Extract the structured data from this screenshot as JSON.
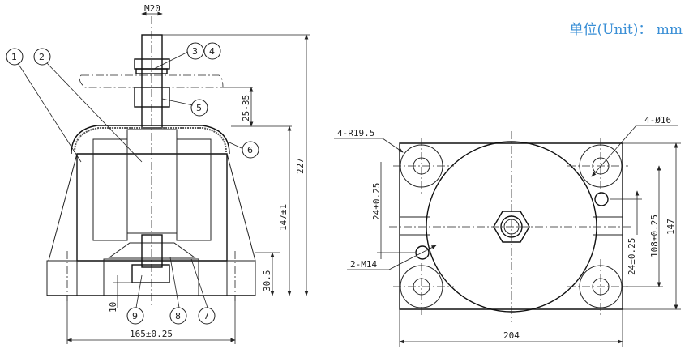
{
  "unit_label": "单位(Unit)： mm",
  "accent_color": "#3a8fd6",
  "side_view": {
    "thread": "M20",
    "adjust_range": "25-35",
    "height_total": "227",
    "height_body": "147±1",
    "base_height": "30.5",
    "bottom_offset": "10",
    "hole_spacing": "165±0.25",
    "balloons": [
      "1",
      "2",
      "3",
      "4",
      "5",
      "6",
      "7",
      "8",
      "9"
    ]
  },
  "top_view": {
    "corner_radius": "4-R19.5",
    "hole_dia": "4-Ø16",
    "thread_holes": "2-M14",
    "offset_left": "24±0.25",
    "offset_right": "24±0.25",
    "hole_pitch_y": "108±0.25",
    "overall_height": "147",
    "overall_width": "204"
  }
}
